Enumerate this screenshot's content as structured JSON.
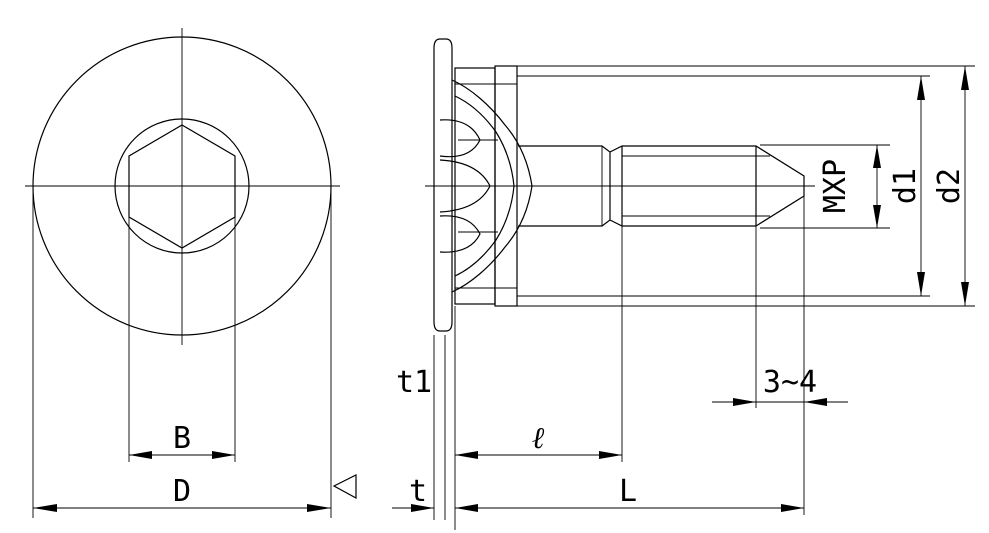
{
  "labels": {
    "hex_width": "B",
    "head_diameter": "D",
    "thickness": "t",
    "thickness_1": "t1",
    "length": "L",
    "grip_length": "ℓ",
    "thread_tip": "3~4",
    "thread": "MXP",
    "diameter_1": "d1",
    "diameter_2": "d2"
  }
}
